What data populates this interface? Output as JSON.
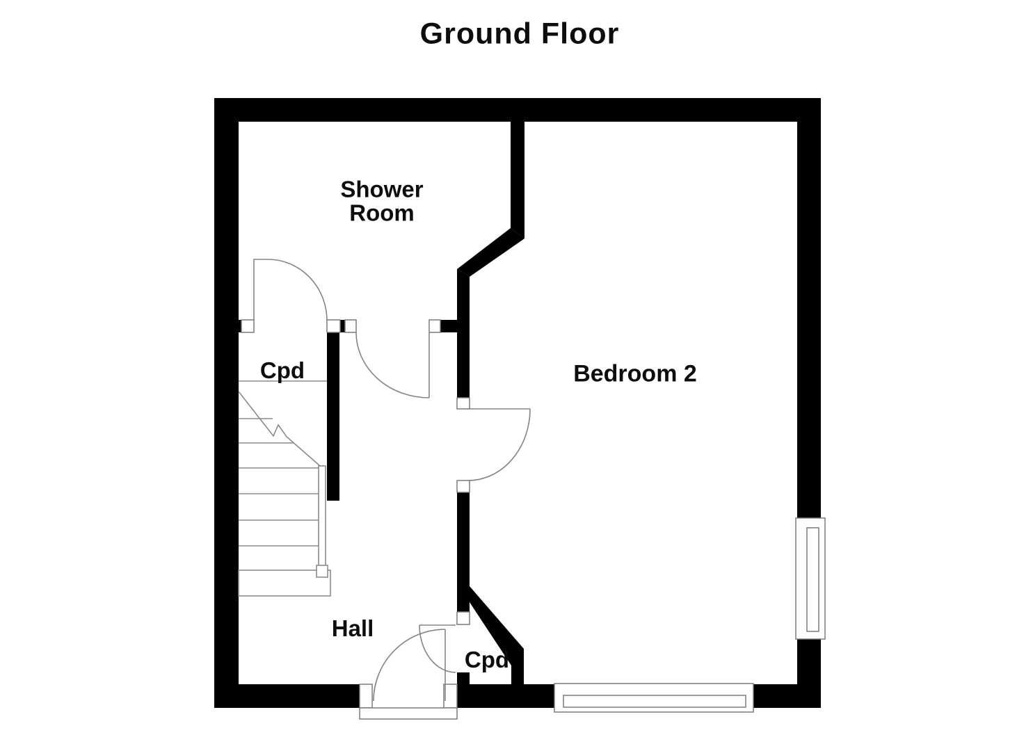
{
  "title": "Ground Floor",
  "floorplan": {
    "rooms": [
      {
        "id": "shower-room",
        "label": "Shower Room"
      },
      {
        "id": "cupboard-upper",
        "label": "Cpd"
      },
      {
        "id": "bedroom-2",
        "label": "Bedroom 2"
      },
      {
        "id": "hall",
        "label": "Hall"
      },
      {
        "id": "cupboard-lower",
        "label": "Cpd"
      }
    ],
    "elements": {
      "doors": [
        "cupboard-upper-door",
        "shower-room-door",
        "bedroom-2-door",
        "entry-door",
        "cupboard-lower-door"
      ],
      "windows": [
        "bedroom-2-right-window",
        "bedroom-2-bottom-window"
      ],
      "staircase": "stairs-with-handrail-and-break-line"
    },
    "colors": {
      "wall": "#000000",
      "thin_line": "#7a7a7a",
      "background": "#ffffff",
      "text": "#0d0d0d"
    }
  }
}
